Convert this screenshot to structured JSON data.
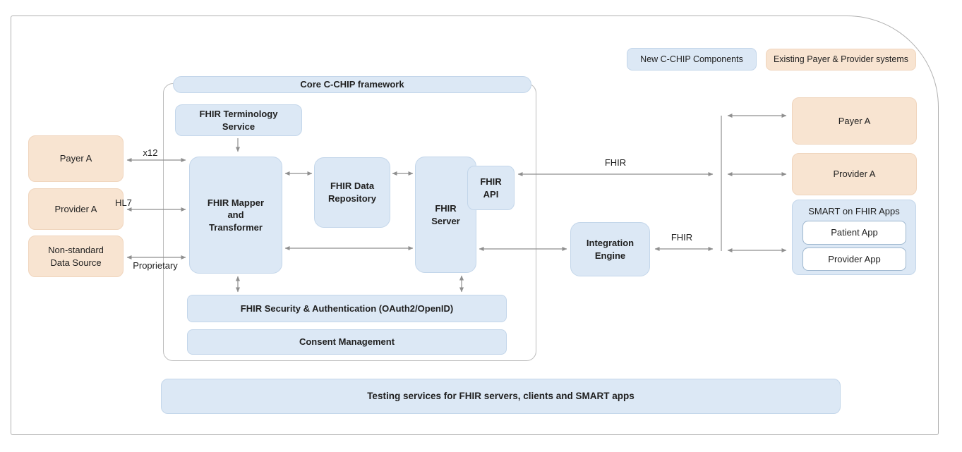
{
  "legend": {
    "new_chip": "New C-CHIP Components",
    "existing": "Existing Payer & Provider systems"
  },
  "left_systems": [
    {
      "label": "Payer A"
    },
    {
      "label": "Provider A"
    },
    {
      "label": "Non-standard Data Source"
    }
  ],
  "edge_labels": {
    "payer": "x12",
    "provider": "HL7",
    "nonstandard": "Proprietary",
    "api_fhir": "FHIR",
    "integration_fhir": "FHIR"
  },
  "framework": {
    "title": "Core C-CHIP framework",
    "terminology": "FHIR Terminology Service",
    "mapper": "FHIR Mapper and Transformer",
    "repository": "FHIR Data Repository",
    "server": "FHIR Server",
    "api": "FHIR API",
    "security": "FHIR Security & Authentication (OAuth2/OpenID)",
    "consent": "Consent Management"
  },
  "integration_engine": {
    "label": "Integration Engine"
  },
  "right_systems": [
    {
      "label": "Payer A"
    },
    {
      "label": "Provider A"
    }
  ],
  "smart_apps": {
    "title": "SMART on FHIR Apps",
    "apps": [
      {
        "label": "Patient App"
      },
      {
        "label": "Provider App"
      }
    ]
  },
  "testing": {
    "label": "Testing services for FHIR servers, clients and SMART apps"
  },
  "colors": {
    "new_component_fill": "#dce8f5",
    "existing_system_fill": "#f8e4d1",
    "arrow": "#8f8f8f"
  }
}
